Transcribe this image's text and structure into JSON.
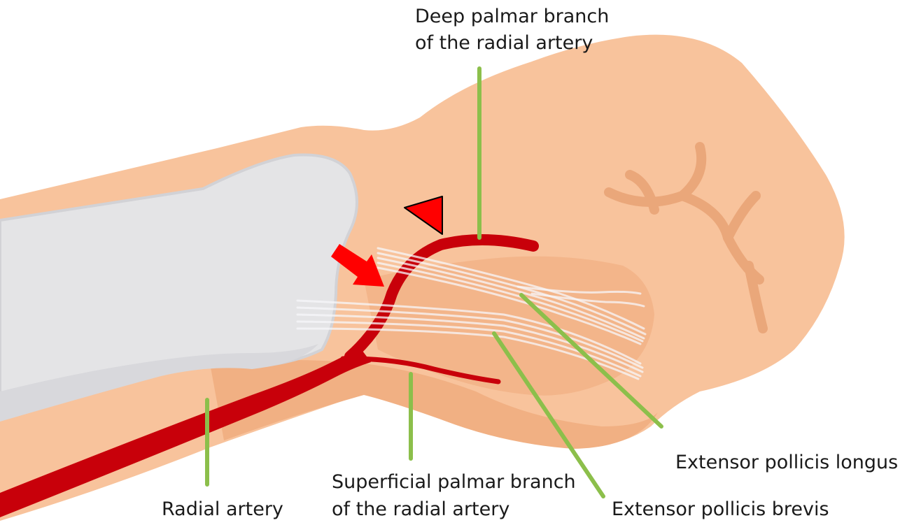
{
  "labels": {
    "deep_palmar_line1": "Deep palmar branch",
    "deep_palmar_line2": "of the radial artery",
    "radial_artery": "Radial artery",
    "superficial_line1": "Superficial palmar branch",
    "superficial_line2": "of the radial artery",
    "epl": "Extensor pollicis longus",
    "epb": "Extensor pollicis brevis"
  },
  "colors": {
    "skin_outer": "#f8c39c",
    "skin_inner": "#f3b58a",
    "bone": "#e4e4e6",
    "bone_edge": "#d2d2d6",
    "artery": "#c8000a",
    "marker": "#ff0000",
    "leader": "#8cbf4b",
    "tendon": "#f4f4f6"
  },
  "markers": {
    "arrow": "red-arrow",
    "arrowhead": "red-triangle"
  }
}
